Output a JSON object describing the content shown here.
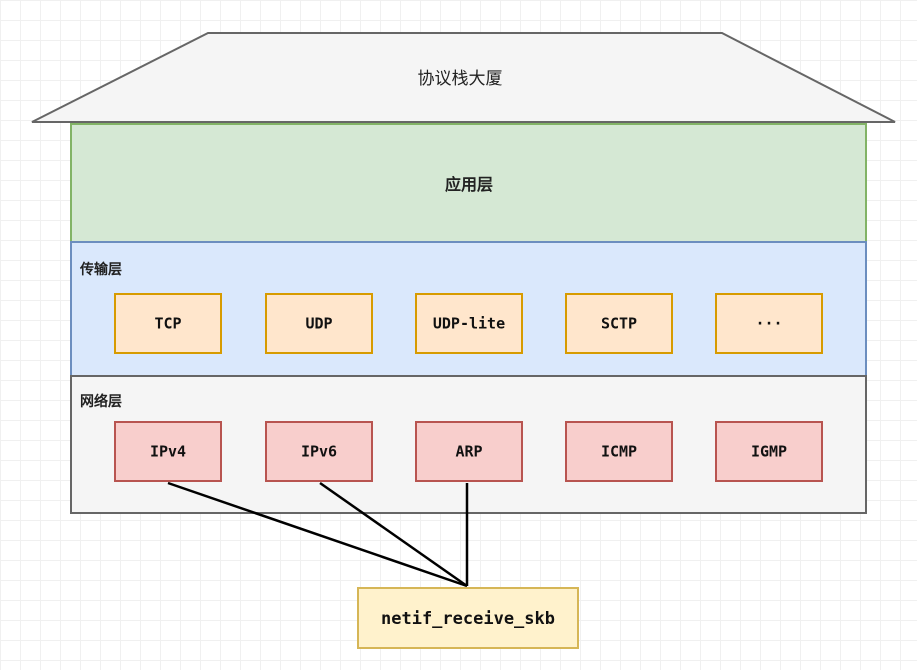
{
  "title": "协议栈大厦",
  "application_layer": {
    "label": "应用层"
  },
  "transport_layer": {
    "label": "传输层",
    "protocols": [
      "TCP",
      "UDP",
      "UDP-lite",
      "SCTP",
      "···"
    ]
  },
  "network_layer": {
    "label": "网络层",
    "protocols": [
      "IPv4",
      "IPv6",
      "ARP",
      "ICMP",
      "IGMP"
    ]
  },
  "entry_function": {
    "label": "netif_receive_skb"
  },
  "connections": [
    "IPv4",
    "IPv6",
    "ARP"
  ],
  "colors": {
    "roof_fill": "#f5f5f5",
    "application_fill": "#d5e8d4",
    "application_stroke": "#82b366",
    "transport_fill": "#dae8fc",
    "transport_stroke": "#6c8ebf",
    "transport_box_fill": "#ffe6cc",
    "transport_box_stroke": "#d79b00",
    "network_fill": "#f5f5f5",
    "network_stroke": "#666666",
    "network_box_fill": "#f8cecc",
    "network_box_stroke": "#b85450",
    "function_fill": "#fff2cc",
    "function_stroke": "#d6b656"
  }
}
